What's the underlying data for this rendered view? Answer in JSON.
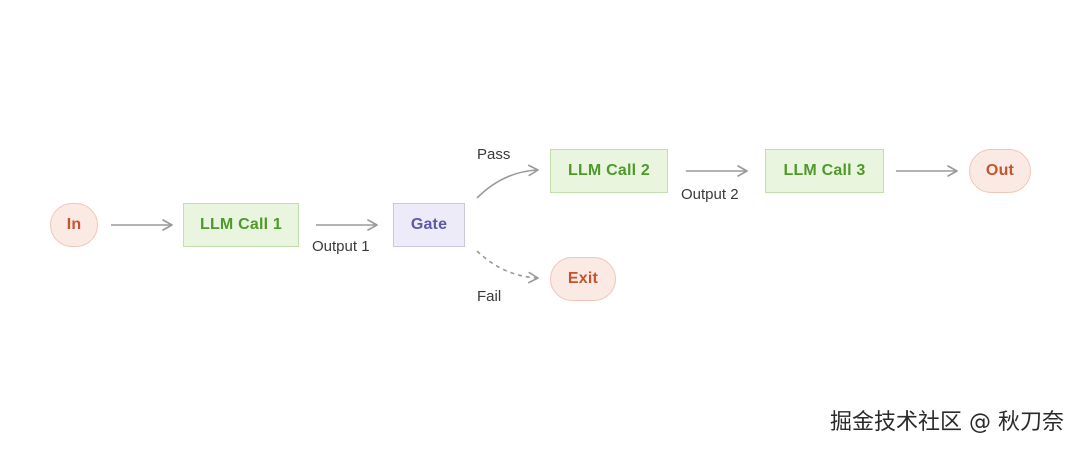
{
  "nodes": {
    "in": "In",
    "llm1": "LLM Call 1",
    "gate": "Gate",
    "llm2": "LLM Call 2",
    "llm3": "LLM Call 3",
    "out": "Out",
    "exit": "Exit"
  },
  "edges": {
    "output1": "Output 1",
    "pass": "Pass",
    "fail": "Fail",
    "output2": "Output 2"
  },
  "watermark": "掘金技术社区 @ 秋刀奈",
  "colors": {
    "terminal_fill": "#fbe9e4",
    "terminal_text": "#c4542f",
    "llm_fill": "#eaf5e0",
    "llm_text": "#4e9a2a",
    "gate_fill": "#ecebf7",
    "gate_text": "#5d58a8",
    "arrow": "#9a9a9a"
  }
}
